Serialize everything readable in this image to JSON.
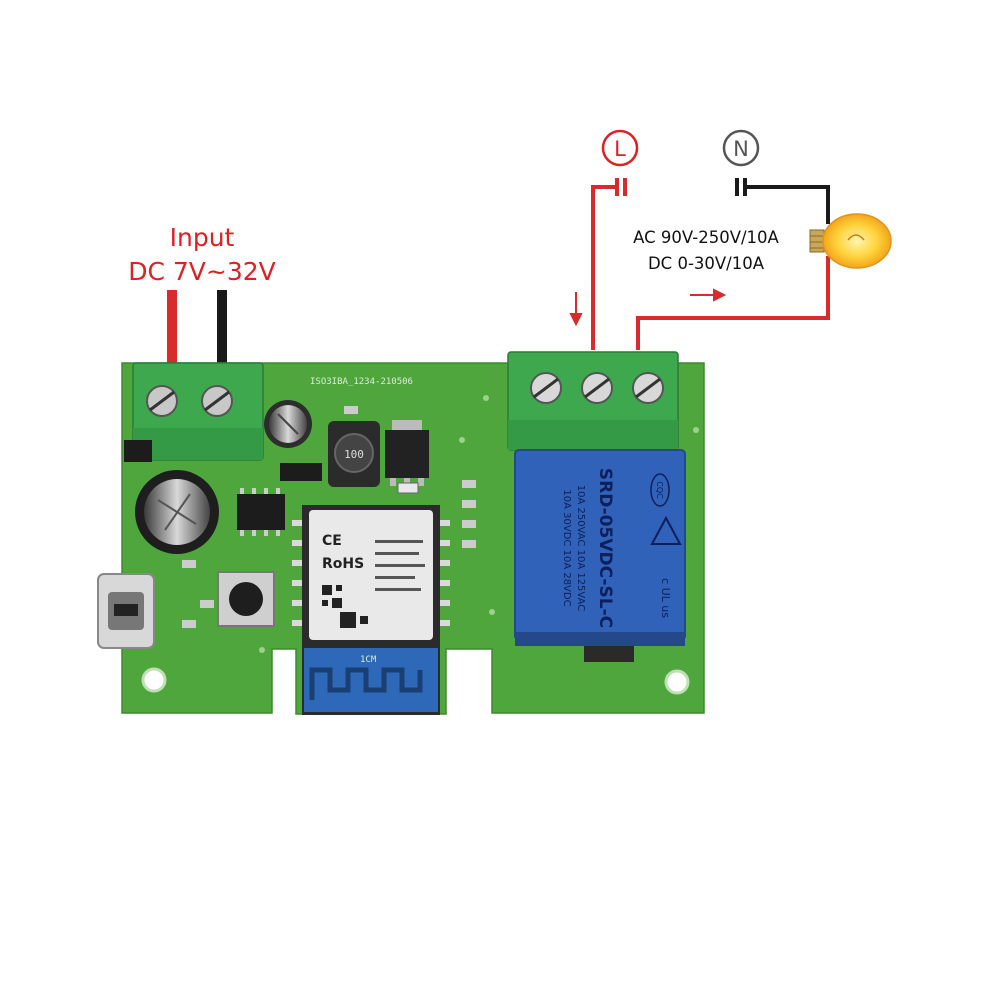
{
  "input_label": {
    "line1": "Input",
    "line2": "DC 7V~32V"
  },
  "load_spec": {
    "line1": "AC 90V-250V/10A",
    "line2": "DC 0-30V/10A"
  },
  "terminals": {
    "live": "L",
    "neutral": "N"
  },
  "board_silkscreen": "ISO3IBA_1234-210506",
  "module_label": {
    "rohs": "RoHS",
    "ce": "CE",
    "antenna_mark": "1CM"
  },
  "relay_label": {
    "model": "SRD-05VDC-SL-C",
    "rating_1": "10A 250VAC  10A 125VAC",
    "rating_2": "10A 30VDC   10A 28VDC",
    "cqc": "CQC",
    "ul": "c UL us"
  },
  "inductor_label": "100",
  "colors": {
    "live_wire": "#d82c2c",
    "neutral_wire": "#1a1a1a",
    "pcb": "#4fa63c",
    "terminal_block": "#3ea84f",
    "relay": "#2f62b8"
  }
}
